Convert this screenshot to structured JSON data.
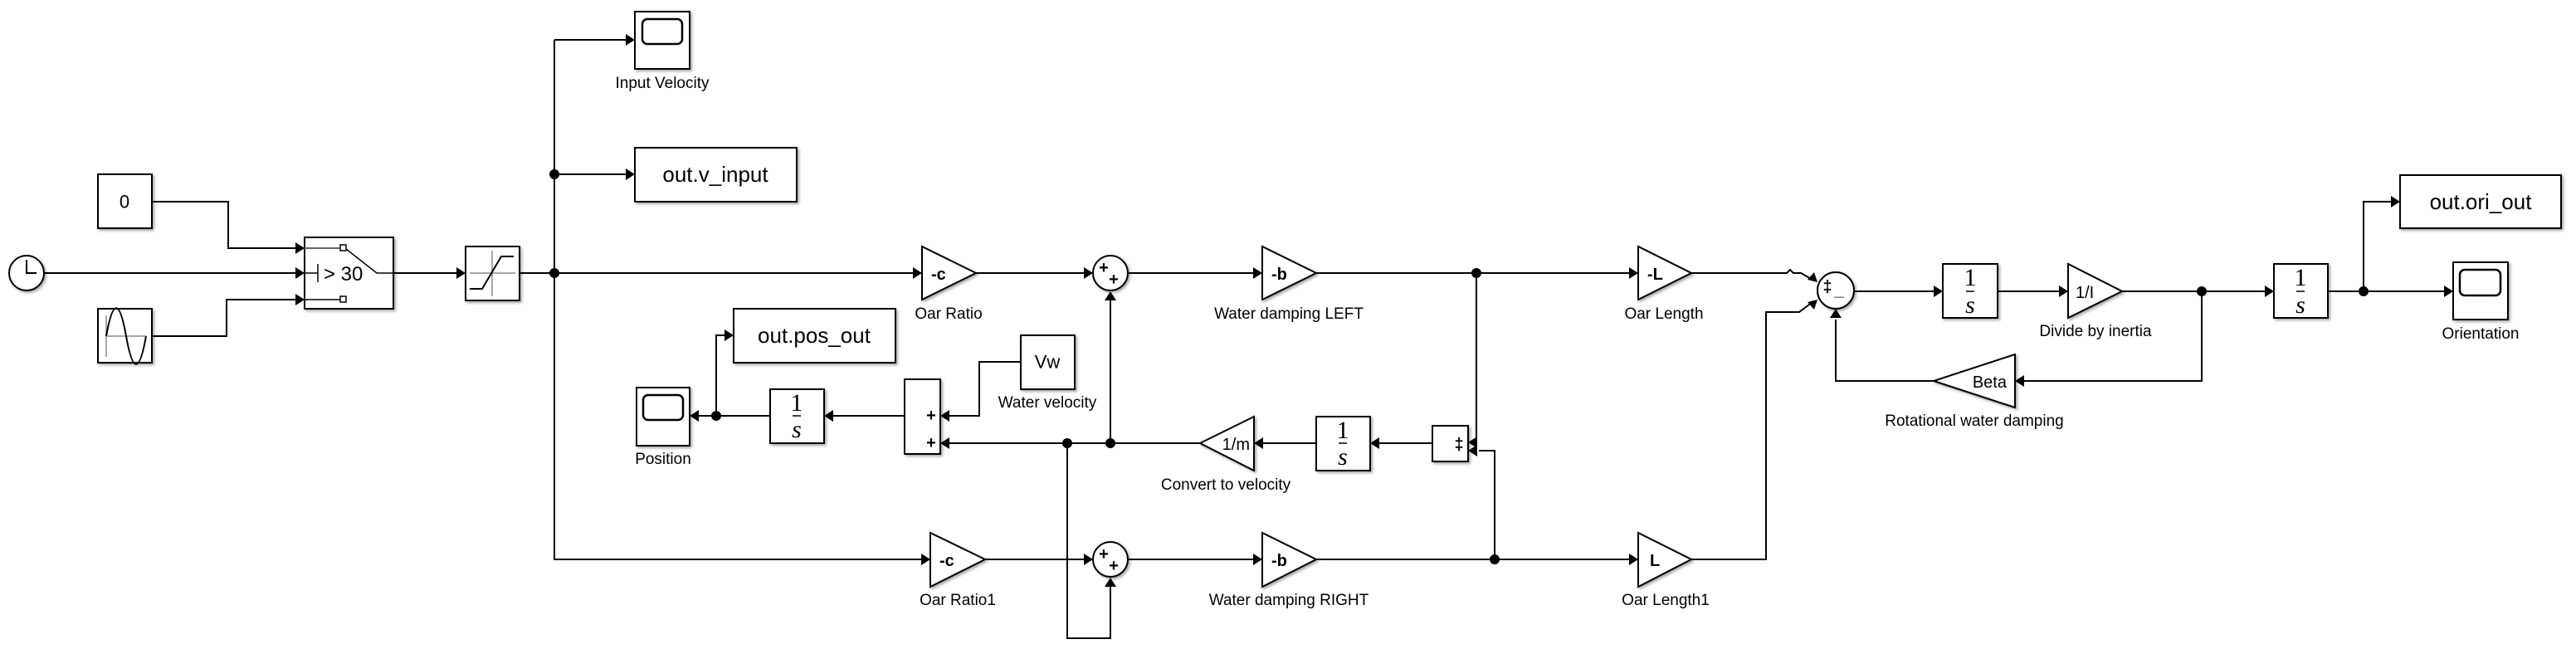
{
  "diagram": {
    "type": "simulink-block-diagram",
    "blocks": {
      "clock": {
        "kind": "clock",
        "label": ""
      },
      "constant_zero": {
        "kind": "constant",
        "value": "0"
      },
      "sine_wave": {
        "kind": "sine",
        "label": ""
      },
      "switch": {
        "kind": "switch",
        "threshold_text": "> 30"
      },
      "saturation": {
        "kind": "saturation",
        "label": ""
      },
      "scope_input_velocity": {
        "kind": "scope",
        "label": "Input Velocity"
      },
      "ws_v_input": {
        "kind": "to-workspace",
        "text": "out.v_input"
      },
      "gain_oar_ratio": {
        "kind": "gain",
        "text": "-c",
        "label": "Oar Ratio"
      },
      "gain_oar_ratio1": {
        "kind": "gain",
        "text": "-c",
        "label": "Oar Ratio1"
      },
      "sum_left": {
        "kind": "sum-round",
        "signs": [
          "+",
          "+"
        ]
      },
      "sum_right": {
        "kind": "sum-round",
        "signs": [
          "+",
          "+"
        ]
      },
      "gain_damp_left": {
        "kind": "gain",
        "text": "-b",
        "label": "Water damping LEFT"
      },
      "gain_damp_right": {
        "kind": "gain",
        "text": "-b",
        "label": "Water damping RIGHT"
      },
      "sum_force": {
        "kind": "sum-rect",
        "signs": "‡"
      },
      "integrator_velocity": {
        "kind": "integrator",
        "num": "1",
        "den": "s"
      },
      "gain_inv_mass": {
        "kind": "gain",
        "text": "1/m",
        "label": "Convert to velocity"
      },
      "sum_position": {
        "kind": "sum-rect",
        "signs": [
          "+",
          "+"
        ]
      },
      "const_vw": {
        "kind": "constant",
        "value": "Vw",
        "label": "Water velocity"
      },
      "integrator_position": {
        "kind": "integrator",
        "num": "1",
        "den": "s"
      },
      "ws_pos_out": {
        "kind": "to-workspace",
        "text": "out.pos_out"
      },
      "scope_position": {
        "kind": "scope",
        "label": "Position"
      },
      "gain_oar_length": {
        "kind": "gain",
        "text": "-L",
        "label": "Oar Length"
      },
      "gain_oar_length1": {
        "kind": "gain",
        "text": "L",
        "label": "Oar Length1"
      },
      "sum_torque": {
        "kind": "sum-round",
        "signs": [
          "‡",
          "_"
        ]
      },
      "integrator_torque": {
        "kind": "integrator",
        "num": "1",
        "den": "s"
      },
      "gain_inv_inertia": {
        "kind": "gain",
        "text": "1/I",
        "label": "Divide by inertia"
      },
      "gain_beta": {
        "kind": "gain",
        "text": "Beta",
        "label": "Rotational water damping"
      },
      "integrator_orientation": {
        "kind": "integrator",
        "num": "1",
        "den": "s"
      },
      "ws_ori_out": {
        "kind": "to-workspace",
        "text": "out.ori_out"
      },
      "scope_orientation": {
        "kind": "scope",
        "label": "Orientation"
      }
    }
  }
}
